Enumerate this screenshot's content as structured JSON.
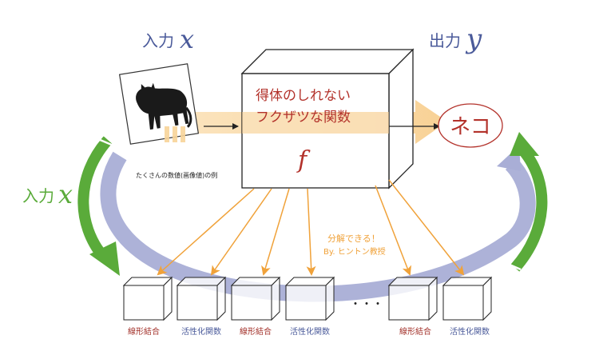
{
  "input_top": {
    "label": "入力",
    "var": "x"
  },
  "output_top": {
    "label": "出力",
    "var": "y"
  },
  "input_left": {
    "label": "入力",
    "var": "x"
  },
  "black_box": {
    "line1": "得体のしれない",
    "line2": "フクザツな関数",
    "func": "f"
  },
  "output_value": "ネコ",
  "cat_caption": "たくさんの数値(画像値)の例",
  "decompose": {
    "line1": "分解できる！",
    "line2": "By. ヒントン教授"
  },
  "ellipsis": "・・・",
  "blocks": [
    {
      "label": "線形結合",
      "color": "#a3322b"
    },
    {
      "label": "活性化関数",
      "color": "#4a5a9a"
    },
    {
      "label": "線形結合",
      "color": "#a3322b"
    },
    {
      "label": "活性化関数",
      "color": "#4a5a9a"
    },
    {
      "label": "線形結合",
      "color": "#a3322b"
    },
    {
      "label": "活性化関数",
      "color": "#4a5a9a"
    }
  ],
  "colors": {
    "blue_text": "#4a5a9a",
    "red_text": "#b3322b",
    "green_arrow": "#5aab3a",
    "lavender_loop": "#a9aed6",
    "orange_band": "#f8d49a",
    "orange_arrow": "#f0a23a"
  }
}
